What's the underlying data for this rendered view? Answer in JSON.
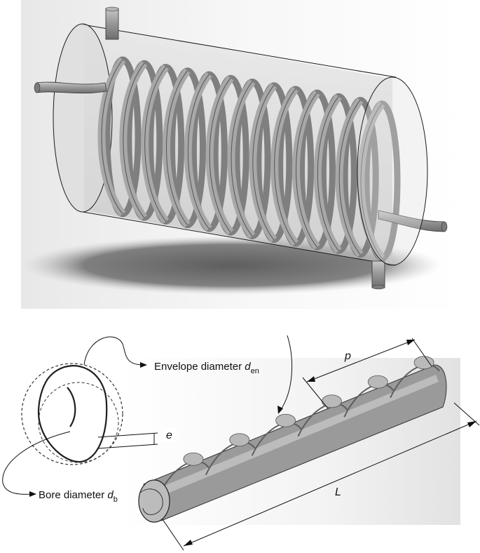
{
  "labels": {
    "envelope_text": "Envelope diameter ",
    "envelope_symbol": "d",
    "envelope_subscript": "en",
    "bore_text": "Bore diameter ",
    "bore_symbol": "d",
    "bore_subscript": "b",
    "eccentricity": "e",
    "pitch": "p",
    "length": "L"
  },
  "coil": {
    "turns": 13
  },
  "tube": {
    "twists": 6
  },
  "colors": {
    "tube_gray": "#8f8f8f",
    "shell_fill": "#d9d9d9",
    "background_top": "#f2f2f2",
    "line": "#1a1a1a"
  }
}
